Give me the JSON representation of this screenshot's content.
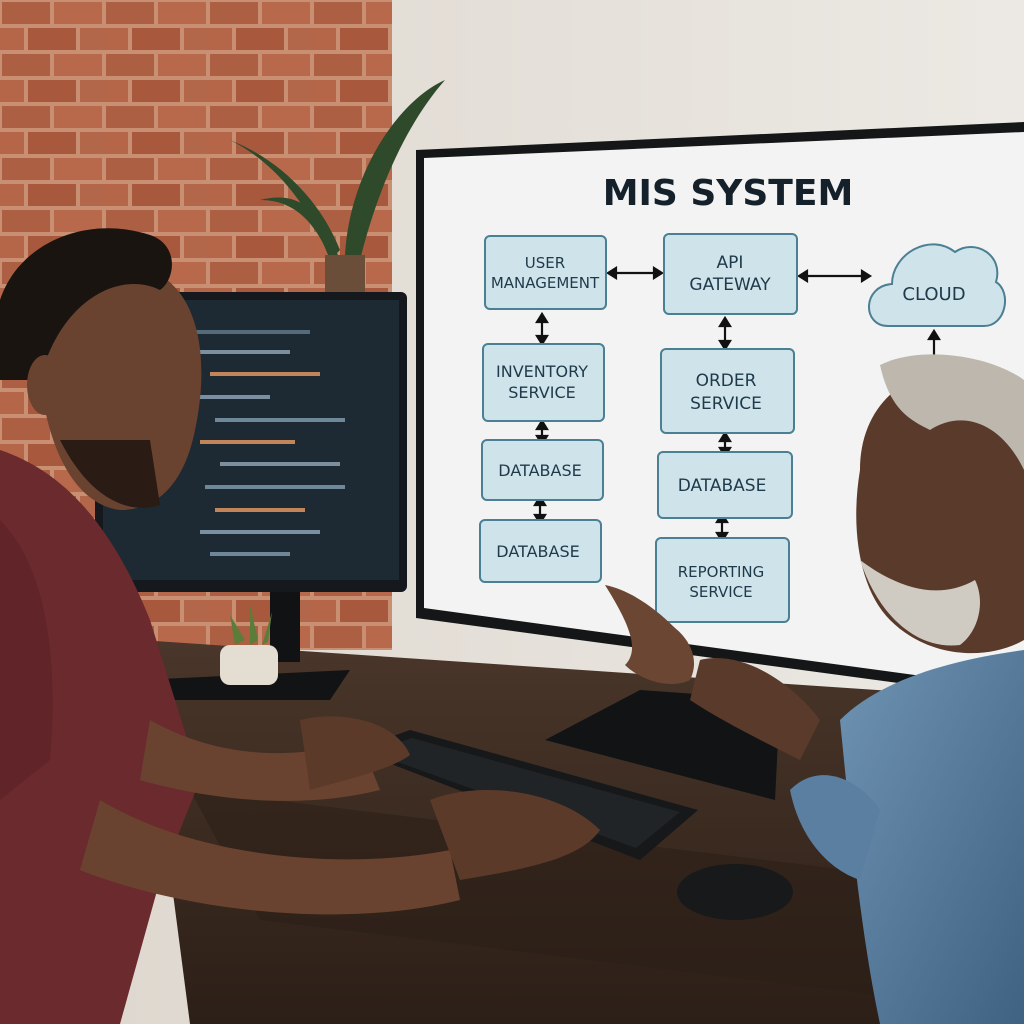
{
  "diagram": {
    "title": "MIS SYSTEM",
    "nodes": {
      "user_management": [
        "USER",
        "MANAGEMENT"
      ],
      "api_gateway": [
        "API",
        "GATEWAY"
      ],
      "cloud": [
        "CLOUD"
      ],
      "inventory_service": [
        "INVENTORY",
        "SERVICE"
      ],
      "order_service": [
        "ORDER",
        "SERVICE"
      ],
      "database_left_1": [
        "DATABASE"
      ],
      "database_left_2": [
        "DATABASE"
      ],
      "database_right": [
        "DATABASE"
      ],
      "reporting_service": [
        "REPORTING",
        "SERVICE"
      ]
    }
  },
  "colors": {
    "box_fill": "#cfe3ea",
    "box_stroke": "#4b7f93",
    "screen_bg": "#f2f3f2",
    "brick": "#a95a3c",
    "wall": "#e6e1da",
    "desk": "#3b2a20"
  }
}
